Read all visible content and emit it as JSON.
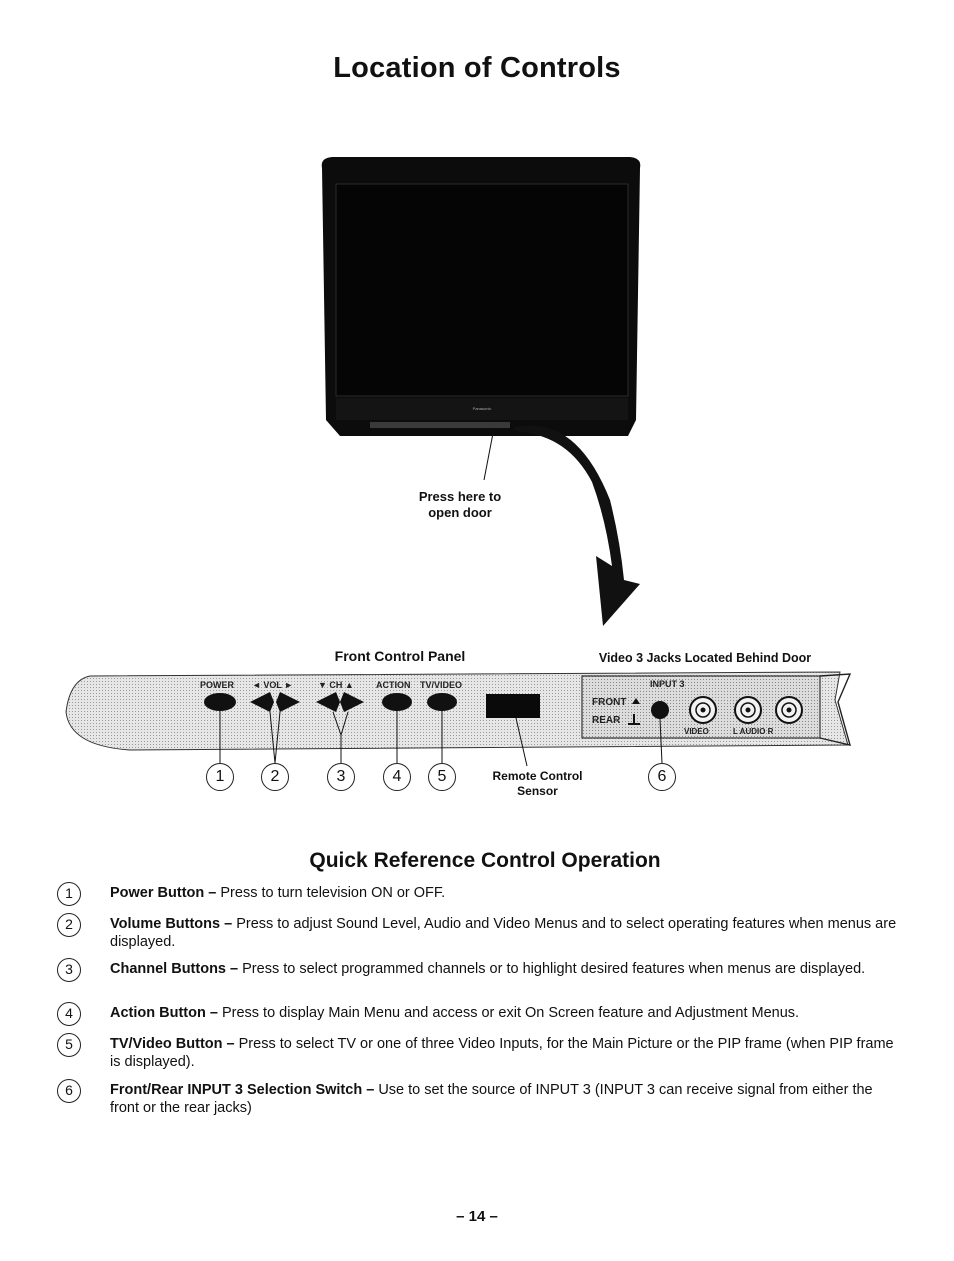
{
  "title": "Location of Controls",
  "figure": {
    "tv_brand": "Panasonic",
    "press_label_line1": "Press here to",
    "press_label_line2": "open door",
    "front_panel_label": "Front Control Panel",
    "jacks_label": "Video 3 Jacks Located Behind Door",
    "panel": {
      "power": "POWER",
      "vol": "◄ VOL ►",
      "ch": "▼ CH ▲",
      "action": "ACTION",
      "tvvideo": "TV/VIDEO",
      "input3": "INPUT 3",
      "front": "FRONT",
      "rear": "REAR",
      "video": "VIDEO",
      "audio": "L  AUDIO  R"
    },
    "callouts": [
      "1",
      "2",
      "3",
      "4",
      "5",
      "6"
    ],
    "remote_label_line1": "Remote Control",
    "remote_label_line2": "Sensor"
  },
  "quick_reference": {
    "title": "Quick Reference Control Operation",
    "items": [
      {
        "num": "1",
        "term": "Power Button –",
        "desc": "Press to turn television ON or OFF."
      },
      {
        "num": "2",
        "term": "Volume Buttons –",
        "desc": "Press to adjust Sound Level, Audio and Video Menus and to select operating features when menus are displayed."
      },
      {
        "num": "3",
        "term": "Channel Buttons –",
        "desc": "Press to select programmed channels or to highlight desired features when menus are displayed."
      },
      {
        "num": "4",
        "term": "Action Button –",
        "desc": "Press to display Main Menu and access or exit On Screen feature and Adjustment Menus."
      },
      {
        "num": "5",
        "term": "TV/Video Button –",
        "desc": "Press to select TV or one of three Video Inputs, for the Main Picture or the PIP frame (when PIP frame is displayed)."
      },
      {
        "num": "6",
        "term": "Front/Rear INPUT 3 Selection Switch –",
        "desc": "Use to set the source of INPUT 3 (INPUT 3 can receive signal from either the front or the rear jacks)"
      }
    ]
  },
  "page_number": "– 14 –"
}
